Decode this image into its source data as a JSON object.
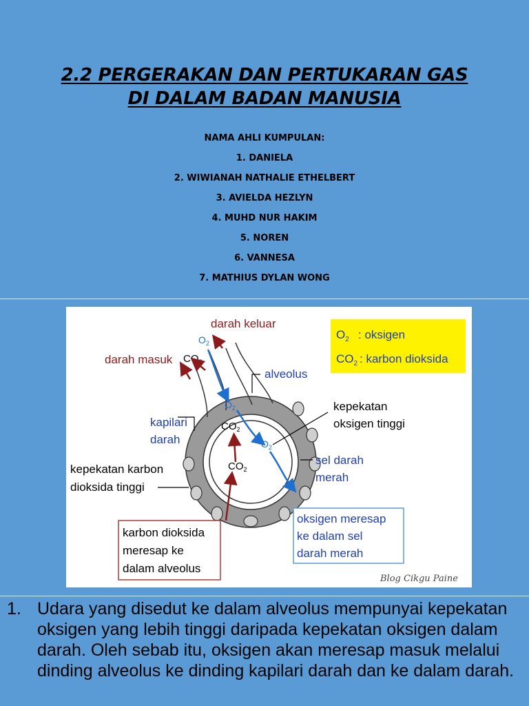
{
  "title": {
    "line1": "2.2 PERGERAKAN DAN PERTUKARAN GAS",
    "line2": "DI DALAM BADAN MANUSIA"
  },
  "members": {
    "heading": "NAMA AHLI KUMPULAN:",
    "list": [
      "1.   DANIELA",
      "2.   WIWIANAH NATHALIE ETHELBERT",
      "3.   AVIELDA HEZLYN",
      "4.   MUHD NUR HAKIM",
      "5.   NOREN",
      "6.   VANNESA",
      "7.   MATHIUS DYLAN WONG"
    ]
  },
  "diagram": {
    "darah_keluar": "darah keluar",
    "darah_masuk": "darah masuk",
    "alveolus": "alveolus",
    "kapilari_1": "kapilari",
    "kapilari_2": "darah",
    "kepekatan_o2_1": "kepekatan",
    "kepekatan_o2_2": "oksigen tinggi",
    "sel_darah_1": "sel darah",
    "sel_darah_2": "merah",
    "kepekatan_co2_1": "kepekatan karbon",
    "kepekatan_co2_2": "dioksida tinggi",
    "legend_o2_sym": "O",
    "legend_o2_sub": "2",
    "legend_o2_text": ": oksigen",
    "legend_co2_sym": "CO",
    "legend_co2_sub": "2",
    "legend_co2_text": ": karbon dioksida",
    "box_co2_1": "karbon dioksida",
    "box_co2_2": "meresap ke",
    "box_co2_3": "dalam alveolus",
    "box_o2_1": "oksigen meresap",
    "box_o2_2": "ke dalam sel",
    "box_o2_3": "darah merah",
    "signature": "Blog Cikgu Paine",
    "colors": {
      "blue_label": "#1f3fb0",
      "red_arrow": "#8b1a1a",
      "blue_arrow": "#1e6fd0",
      "legend_bg": "#fff200",
      "red_box": "#b33a3a",
      "blue_box": "#5b9bd5"
    }
  },
  "body": {
    "number": "1.",
    "text": "Udara yang disedut ke dalam alveolus mempunyai kepekatan oksigen yang lebih tinggi daripada kepekatan oksigen dalam darah. Oleh sebab itu, oksigen akan meresap masuk melalui dinding alveolus ke dinding kapilari darah dan ke dalam darah."
  },
  "background_color": "#5b9bd5"
}
